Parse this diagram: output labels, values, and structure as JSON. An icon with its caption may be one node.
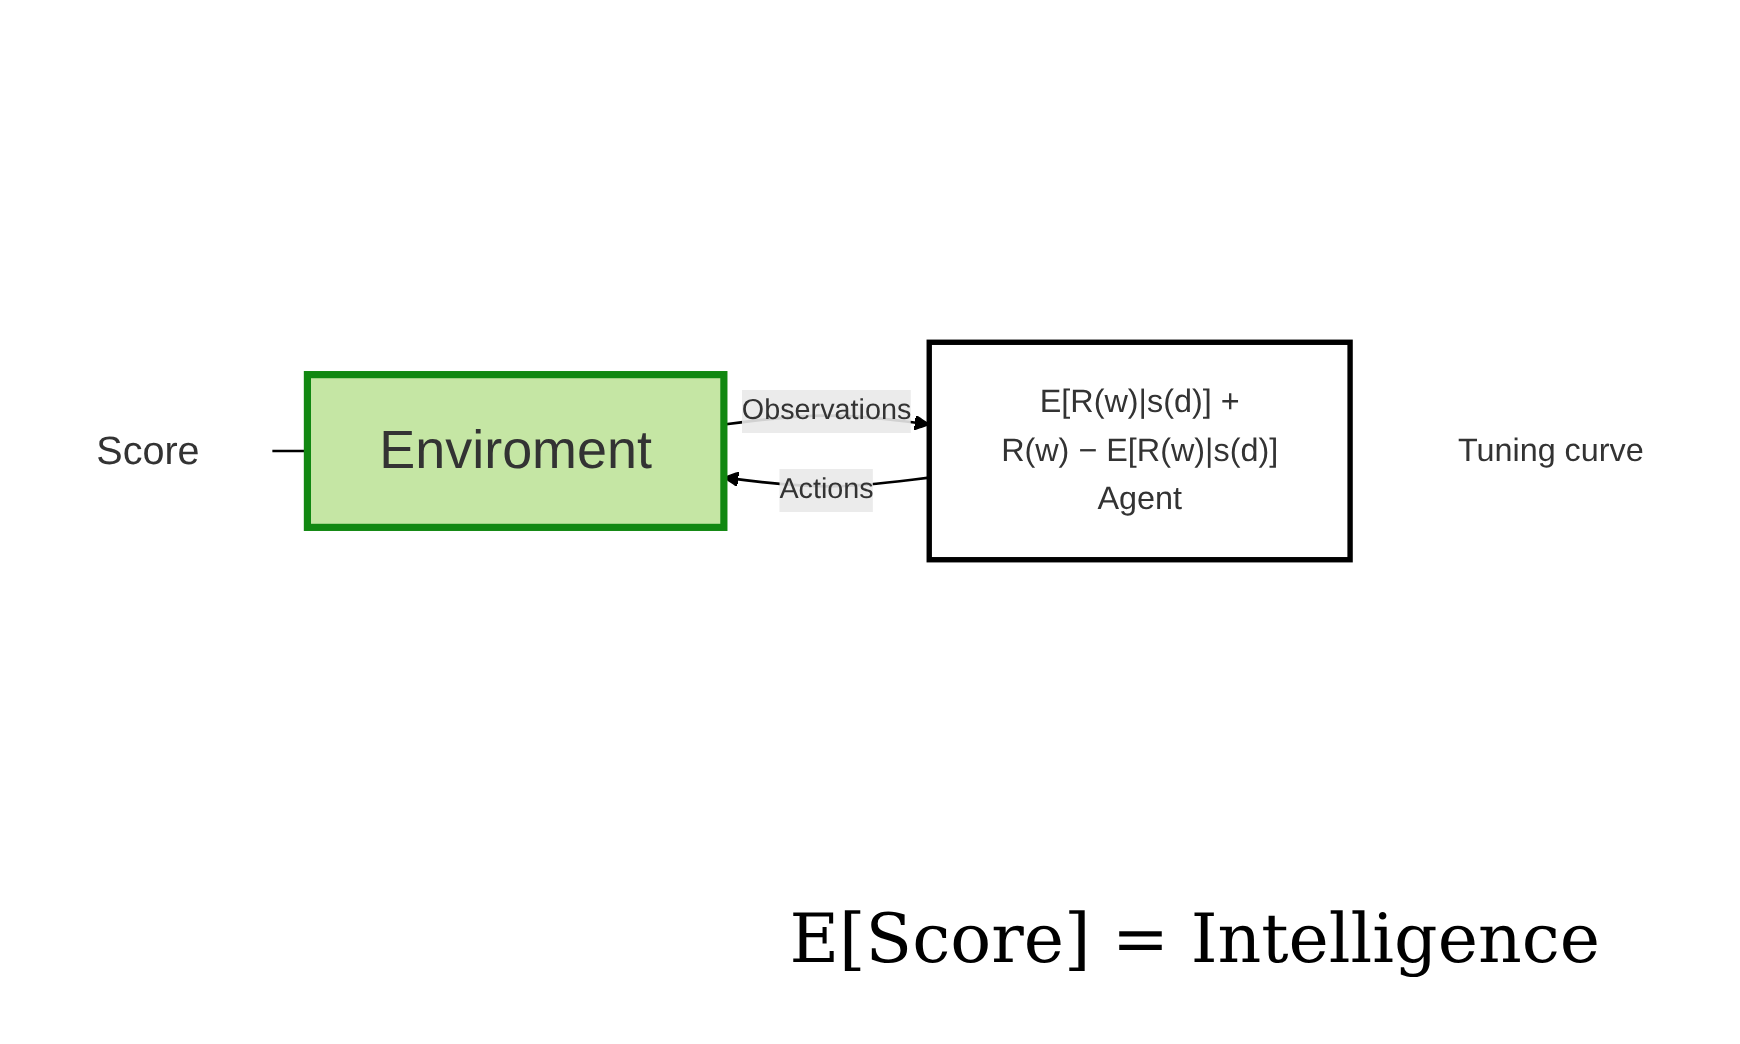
{
  "diagram": {
    "nodes": [
      {
        "text": [
          "Enviroment"
        ]
      },
      {
        "text": [
          "E[R(w)|s(d)] +",
          "R(w) − E[R(w)|s(d)]",
          "Agent"
        ],
        "beside": [
          "Tuning curve"
        ]
      },
      {
        "text": [
          "Score"
        ]
      }
    ],
    "edges": [
      {
        "from": 0,
        "to": 1,
        "arrow": "to",
        "label": "Observations"
      },
      {
        "from": 1,
        "to": 0,
        "arrow": "to",
        "label": "Actions"
      },
      {
        "from": 2,
        "to": 0,
        "arrow": "none"
      }
    ],
    "labels": [
      "E[Score] = Intelligence"
    ]
  }
}
